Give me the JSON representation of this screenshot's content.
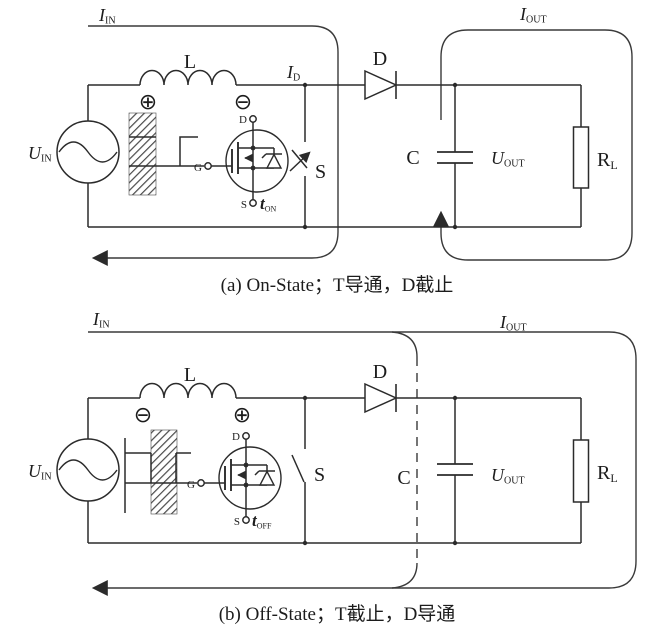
{
  "colors": {
    "ink": "#2b2b2b",
    "background": "#ffffff"
  },
  "diagram_a": {
    "caption": "(a) On-State；T导通，D截止",
    "labels": {
      "i_in": {
        "main": "I",
        "sub": "IN"
      },
      "i_out": {
        "main": "I",
        "sub": "OUT"
      },
      "i_d": {
        "main": "I",
        "sub": "D"
      },
      "u_in": {
        "main": "U",
        "sub": "IN"
      },
      "u_out": {
        "main": "U",
        "sub": "OUT"
      },
      "inductor": "L",
      "diode": "D",
      "capacitor": "C",
      "load": {
        "main": "R",
        "sub": "L"
      },
      "switch": "S",
      "polarity_left": "⊕",
      "polarity_right": "⊖",
      "mosfet": {
        "drain": "D",
        "gate": "G",
        "source": "S",
        "time": {
          "main": "t",
          "sub": "ON"
        }
      }
    }
  },
  "diagram_b": {
    "caption": "(b) Off-State；T截止，D导通",
    "labels": {
      "i_in": {
        "main": "I",
        "sub": "IN"
      },
      "i_out": {
        "main": "I",
        "sub": "OUT"
      },
      "u_in": {
        "main": "U",
        "sub": "IN"
      },
      "u_out": {
        "main": "U",
        "sub": "OUT"
      },
      "inductor": "L",
      "diode": "D",
      "capacitor": "C",
      "load": {
        "main": "R",
        "sub": "L"
      },
      "switch": "S",
      "polarity_left": "⊖",
      "polarity_right": "⊕",
      "mosfet": {
        "drain": "D",
        "gate": "G",
        "source": "S",
        "time": {
          "main": "t",
          "sub": "OFF"
        }
      }
    }
  }
}
